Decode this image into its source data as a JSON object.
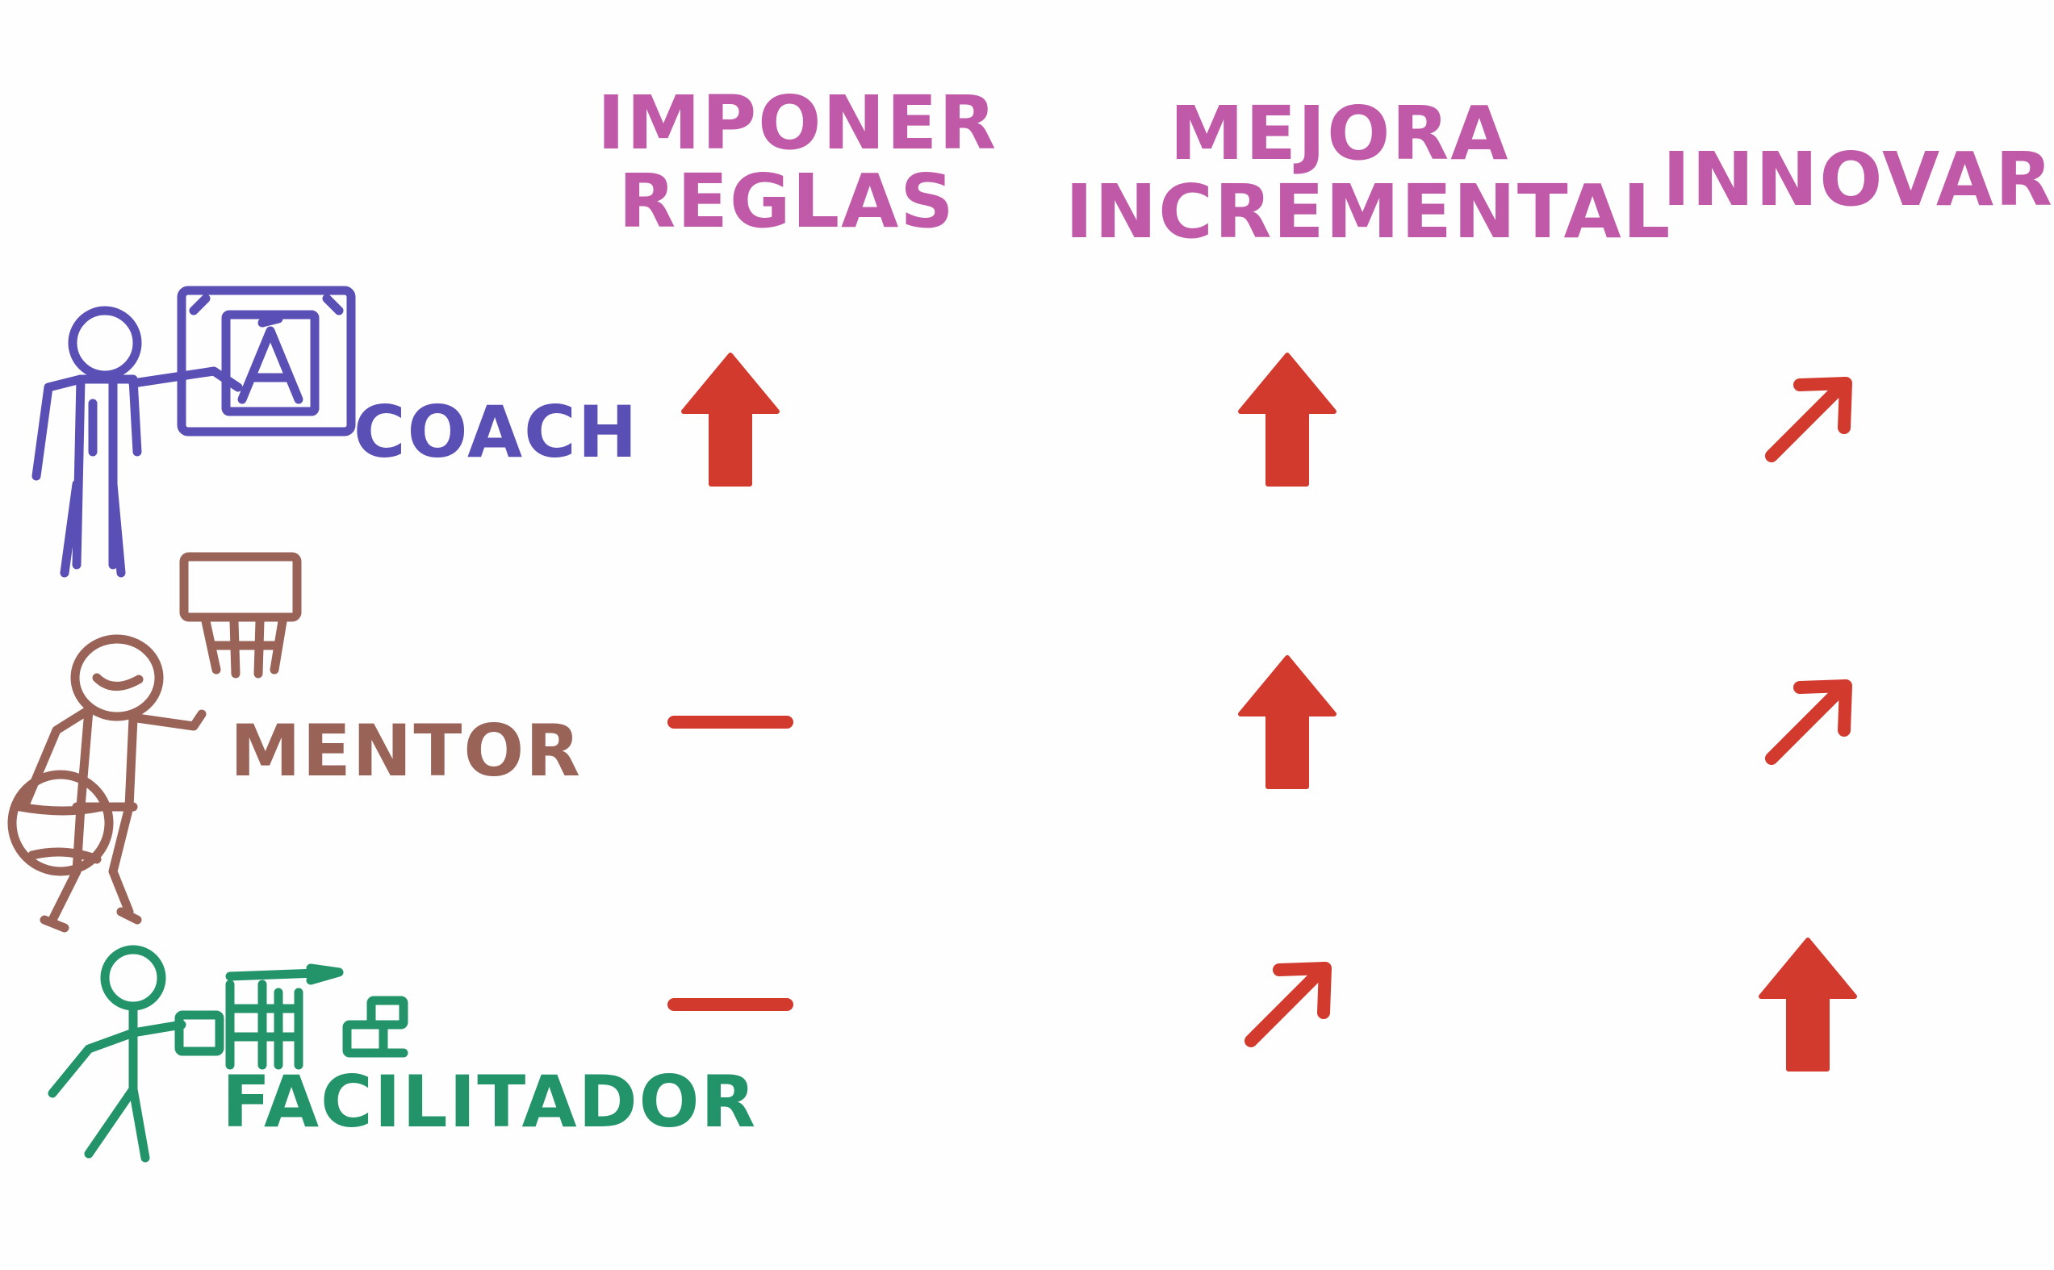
{
  "colors": {
    "header": "#c05aa8",
    "arrow": "#d33a2e",
    "coach": "#5a4fb5",
    "mentor": "#9a6358",
    "facilitador": "#23946a"
  },
  "columns": [
    {
      "lines": [
        "IMPONER",
        "REGLAS"
      ]
    },
    {
      "lines": [
        "MEJORA",
        "INCREMENTAL"
      ]
    },
    {
      "lines": [
        "INNOVAR"
      ]
    }
  ],
  "roles": [
    {
      "label": "COACH",
      "icon": "coach-teacher-board-icon",
      "cells": [
        "up-arrow",
        "up-arrow",
        "diagonal-arrow"
      ]
    },
    {
      "label": "MENTOR",
      "icon": "mentor-basketball-icon",
      "cells": [
        "dash",
        "up-arrow",
        "diagonal-arrow"
      ]
    },
    {
      "label": "FACILITADOR",
      "icon": "facilitator-blocks-icon",
      "cells": [
        "dash",
        "diagonal-arrow",
        "up-arrow"
      ]
    }
  ]
}
